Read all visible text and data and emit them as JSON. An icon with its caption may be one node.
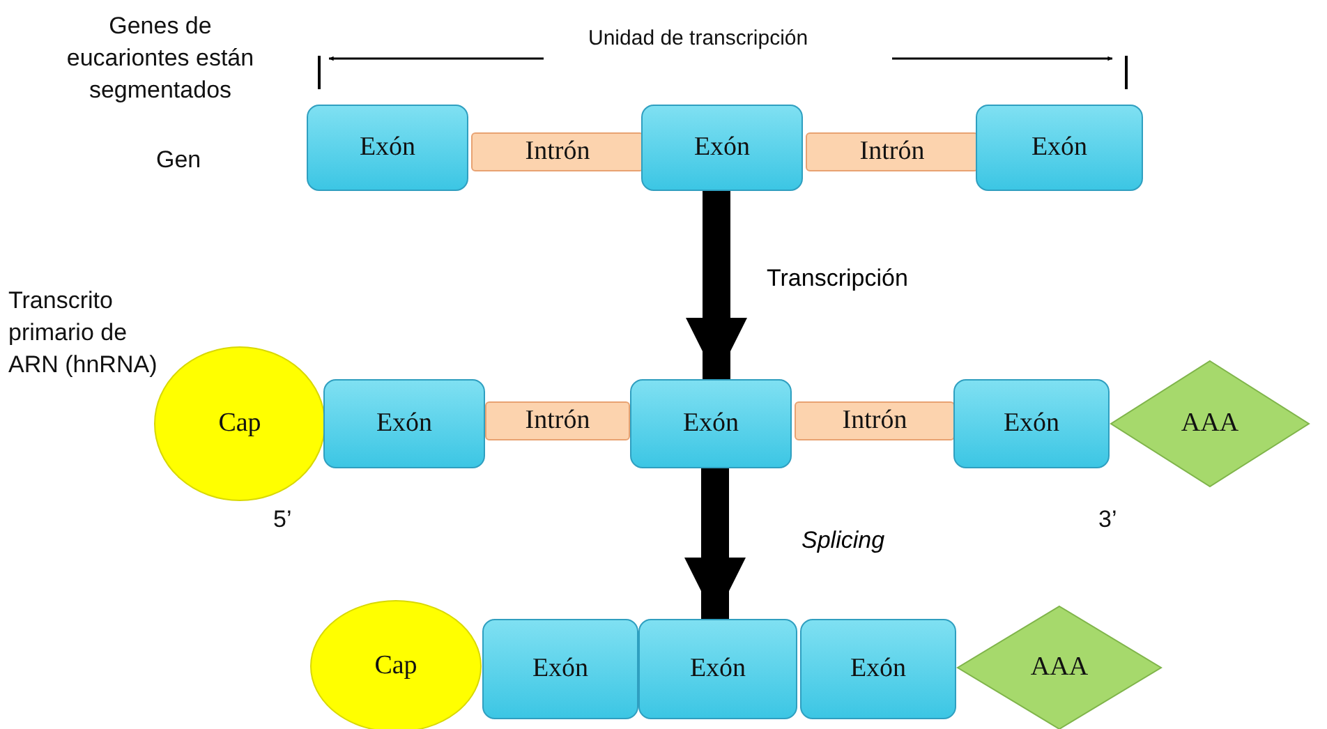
{
  "diagram": {
    "nodes": [
      {
        "text": [
          "Exón"
        ]
      },
      {
        "text": [
          "Intrón"
        ]
      },
      {
        "text": [
          "Exón"
        ]
      },
      {
        "text": [
          "Intrón"
        ]
      },
      {
        "text": [
          "Exón"
        ]
      },
      {
        "text": [
          "Cap"
        ]
      },
      {
        "text": [
          "Exón"
        ]
      },
      {
        "text": [
          "Intrón"
        ]
      },
      {
        "text": [
          "Exón"
        ]
      },
      {
        "text": [
          "Intrón"
        ]
      },
      {
        "text": [
          "Exón"
        ]
      },
      {
        "text": [
          "AAA"
        ]
      },
      {
        "text": [
          "Cap"
        ]
      },
      {
        "text": [
          "Exón"
        ]
      },
      {
        "text": [
          "Exón"
        ]
      },
      {
        "text": [
          "Exón"
        ]
      },
      {
        "text": [
          "AAA"
        ]
      }
    ],
    "edges": [
      {
        "from": 2,
        "to": 8,
        "arrow": "to",
        "label": "Transcripción"
      },
      {
        "from": 8,
        "to": 14,
        "arrow": "to",
        "label": "Splicing"
      }
    ],
    "labels": [
      "Genes de eucariontes están segmentados",
      "Unidad de transcripción",
      "Gen",
      "Transcrito primario de ARN (hnRNA)",
      "5’",
      "3’"
    ]
  }
}
